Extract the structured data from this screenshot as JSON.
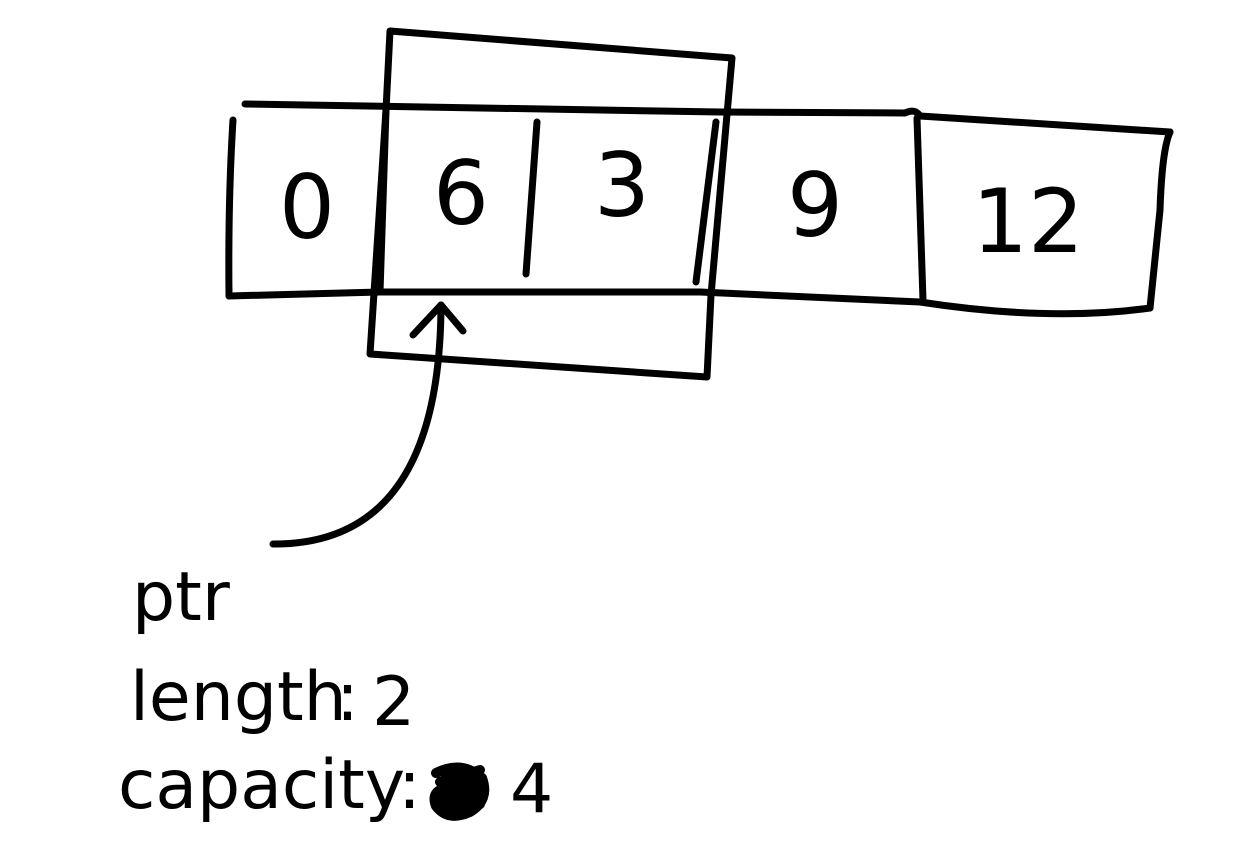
{
  "array": {
    "cells": [
      "0",
      "6",
      "3",
      "9",
      "12"
    ]
  },
  "slice": {
    "pointer_label": "ptr",
    "length_label": "length",
    "length_value": "2",
    "capacity_label": "capacity",
    "capacity_value": "4"
  },
  "colors": {
    "ink": "#000000",
    "background": "#ffffff"
  }
}
